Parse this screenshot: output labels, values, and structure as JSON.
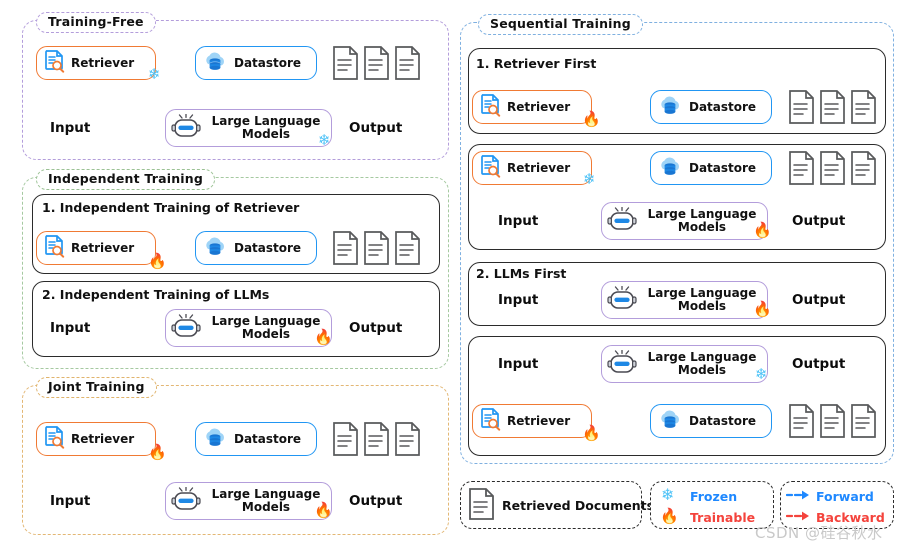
{
  "figure": {
    "watermark": "CSDN @硅谷秋水",
    "colors": {
      "retriever_border": "#f07a34",
      "datastore_border": "#2196f3",
      "llm_border": "#b39ddb",
      "forward_arrow": "#1e88ff",
      "backward_arrow": "#f4433c",
      "frozen": "#4fc3f7",
      "trainable": "#f4653f",
      "document": "#58595b"
    }
  },
  "nodes": {
    "retriever": "Retriever",
    "datastore": "Datastore",
    "llm_line1": "Large Language",
    "llm_line2": "Models",
    "input": "Input",
    "output": "Output"
  },
  "icons": {
    "retriever": "document-search-icon",
    "datastore": "database-cloud-icon",
    "llm": "robot-icon",
    "documents": "retrieved-documents-icon",
    "frozen": "snowflake-icon",
    "trainable": "flame-icon"
  },
  "panels": [
    {
      "id": "training-free",
      "title": "Training-Free"
    },
    {
      "id": "independent-training",
      "title": "Independent Training"
    },
    {
      "id": "joint-training",
      "title": "Joint Training"
    },
    {
      "id": "sequential-training",
      "title": "Sequential Training"
    }
  ],
  "subsections": {
    "independent_1": "1. Independent Training of Retriever",
    "independent_2": "2. Independent Training of LLMs",
    "sequential_1": "1. Retriever First",
    "sequential_2": "2. LLMs First"
  },
  "legend": {
    "documents_label": "Retrieved Documents",
    "frozen_label": "Frozen",
    "trainable_label": "Trainable",
    "forward_label": "Forward",
    "backward_label": "Backward"
  }
}
